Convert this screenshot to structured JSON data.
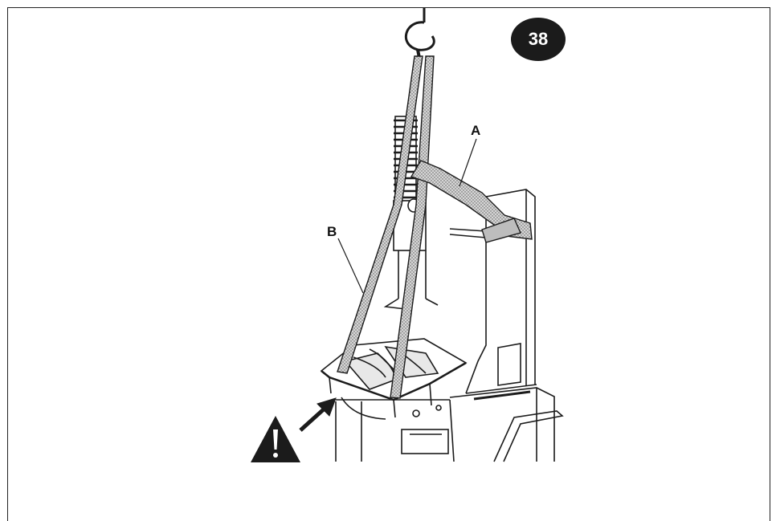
{
  "figure": {
    "number": "38",
    "callouts": {
      "a": "A",
      "b": "B"
    },
    "warning_icon": "warning-triangle-icon",
    "colors": {
      "ink": "#1b1b1b",
      "strap_fill": "#b9b9b9",
      "background": "#ffffff"
    }
  }
}
